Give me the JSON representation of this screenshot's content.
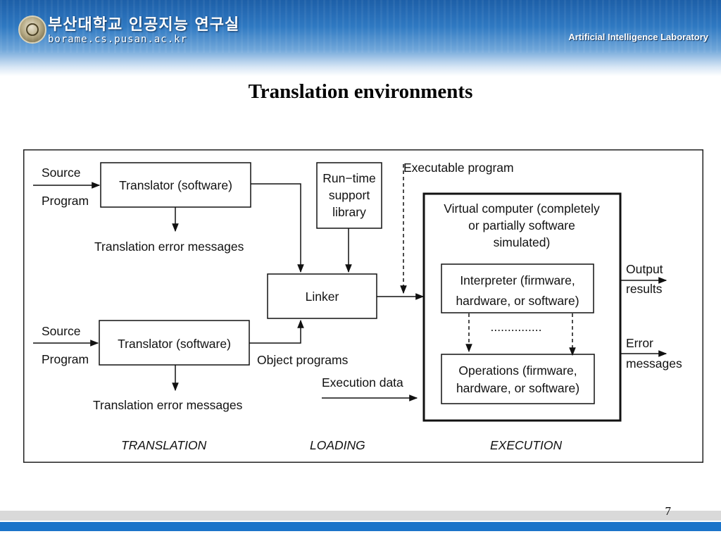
{
  "header": {
    "university_name": "부산대학교 인공지능 연구실",
    "url": "borame.cs.pusan.ac.kr",
    "lab_name": "Artificial Intelligence Laboratory"
  },
  "slide": {
    "title": "Translation environments",
    "page_number": "7"
  },
  "diagram": {
    "source1_line1": "Source",
    "source1_line2": "Program",
    "translator1": "Translator (software)",
    "errors1": "Translation error messages",
    "source2_line1": "Source",
    "source2_line2": "Program",
    "translator2": "Translator (software)",
    "errors2": "Translation error messages",
    "runtime_line1": "Run−time",
    "runtime_line2": "support",
    "runtime_line3": "library",
    "linker": "Linker",
    "object_programs": "Object programs",
    "executable_program": "Executable program",
    "execution_data": "Execution data",
    "virtual_line1": "Virtual computer (completely",
    "virtual_line2": "or partially software",
    "virtual_line3": "simulated)",
    "interpreter_line1": "Interpreter (firmware,",
    "interpreter_line2": "hardware, or software)",
    "dots": "...............",
    "operations_line1": "Operations (firmware,",
    "operations_line2": "hardware, or software)",
    "output_line1": "Output",
    "output_line2": "results",
    "error_line1": "Error",
    "error_line2": "messages",
    "phase_translation": "TRANSLATION",
    "phase_loading": "LOADING",
    "phase_execution": "EXECUTION"
  }
}
